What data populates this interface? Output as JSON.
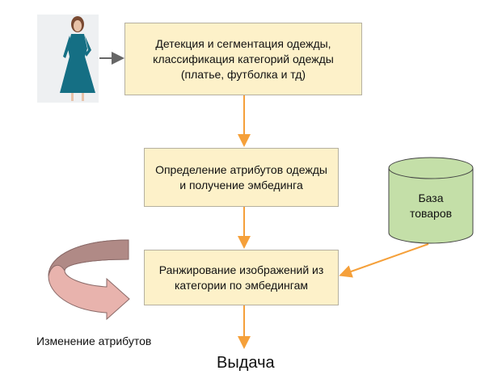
{
  "steps": [
    {
      "text": "Детекция и сегментация одежды,\nклассификация категорий одежды\n(платье, футболка и тд)"
    },
    {
      "text": "Определение атрибутов одежды\nи получение эмбединга"
    },
    {
      "text": "Ранжирование изображений из\nкатегории по эмбедингам"
    }
  ],
  "database": {
    "text": "База\nтоваров"
  },
  "loop_label": "Изменение атрибутов",
  "output_label": "Выдача",
  "colors": {
    "box_fill": "#fdf1c9",
    "arrow": "#f5a03a",
    "db_fill": "#c4dfa8",
    "loop_arrow": "#e8b3ad"
  }
}
